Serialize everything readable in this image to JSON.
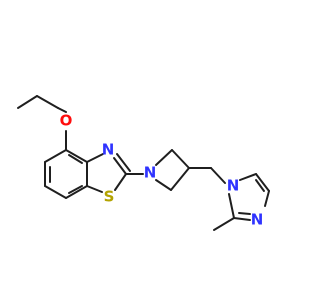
{
  "molecule": {
    "atom_labels": {
      "oxygen": "O",
      "thiazole_nitrogen": "N",
      "sulfur": "S",
      "azetidine_nitrogen": "N",
      "imidazole_n1": "N",
      "imidazole_n3": "N"
    },
    "colors": {
      "bond": "#1f1f1f",
      "oxygen": "#ff0d0d",
      "nitrogen": "#2f33ff",
      "sulfur": "#b3a300"
    }
  }
}
